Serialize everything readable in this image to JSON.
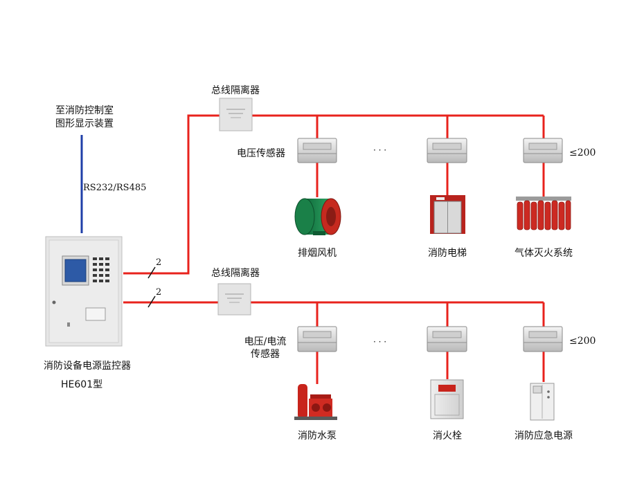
{
  "control_room": {
    "line1": "至消防控制室",
    "line2": "图形显示装置"
  },
  "comm_protocol": "RS232/RS485",
  "monitor": {
    "name": "消防设备电源监控器",
    "model": "HE601型"
  },
  "bus1": {
    "isolator_label": "总线隔离器",
    "line_count": "2",
    "sensor_label": "电压传感器",
    "ellipsis": "· · ·",
    "limit": "≤200"
  },
  "bus2": {
    "isolator_label": "总线隔离器",
    "line_count": "2",
    "sensor_label_line1": "电压/电流",
    "sensor_label_line2": "传感器",
    "ellipsis": "· · ·",
    "limit": "≤200"
  },
  "devices_row1": [
    "排烟风机",
    "消防电梯",
    "气体灭火系统"
  ],
  "devices_row2": [
    "消防水泵",
    "消火栓",
    "消防应急电源"
  ],
  "colors": {
    "bus_line": "#e8221c",
    "comm_line": "#1f3fa8",
    "box_gray": "#e2e2e2"
  }
}
